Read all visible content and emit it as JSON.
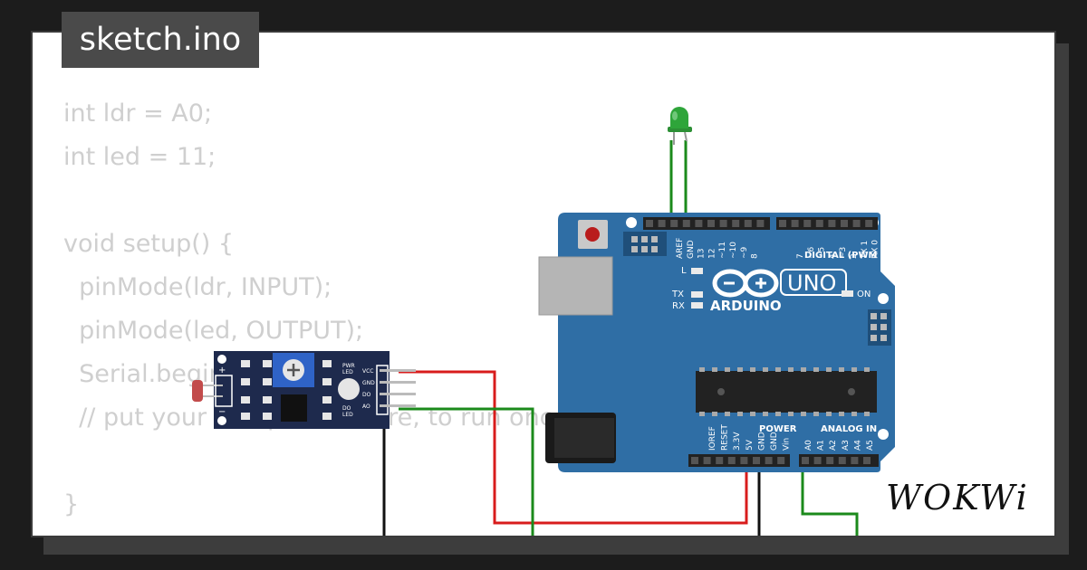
{
  "title": "sketch.ino",
  "code_lines": [
    "int ldr = A0;",
    "int led = 11;",
    "",
    "void setup() {",
    "  pinMode(ldr, INPUT);",
    "  pinMode(led, OUTPUT);",
    "  Serial.begin(9600);",
    "  // put your setup code here, to run once:",
    "",
    "}"
  ],
  "sensor": {
    "pin_labels": [
      "VCC",
      "GND",
      "DO",
      "AO"
    ],
    "pwr_led_label": [
      "PWR",
      "LED"
    ],
    "do_led_label": [
      "DO",
      "LED"
    ],
    "plus": "+",
    "minus": "−"
  },
  "arduino": {
    "model": "UNO",
    "brand": "ARDUINO",
    "on_label": "ON",
    "l_label": "L",
    "tx_label": "TX",
    "rx_label": "RX",
    "digital_label": "DIGITAL (PWM ~)",
    "power_label": "POWER",
    "analog_label": "ANALOG IN",
    "digital_pins_left": [
      "AREF",
      "GND",
      "13",
      "12",
      "~11",
      "~10",
      "~9",
      "8"
    ],
    "digital_pins_right": [
      "7",
      "~6",
      "~5",
      "4",
      "~3",
      "2",
      "TX 1",
      "RX 0"
    ],
    "power_pins": [
      "IOREF",
      "RESET",
      "3.3V",
      "5V",
      "GND",
      "GND",
      "Vin"
    ],
    "analog_pins": [
      "A0",
      "A1",
      "A2",
      "A3",
      "A4",
      "A5"
    ]
  },
  "logo": "WOKWi",
  "colors": {
    "board": "#2f6ea5",
    "sensor_board": "#1e2a4d",
    "wire_red": "#d81c1c",
    "wire_green": "#1b8a1b",
    "wire_black": "#111111",
    "led": "#2ea53a"
  }
}
